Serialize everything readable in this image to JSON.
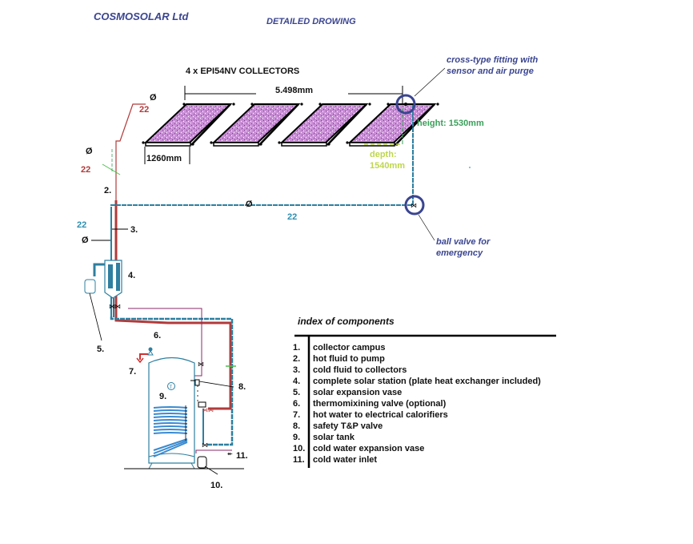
{
  "header": {
    "company": "COSMOSOLAR Ltd",
    "drawing_title": "DETAILED DROWING"
  },
  "collectors": {
    "title": "4 x EPI54NV  COLLECTORS",
    "count": 4,
    "total_width": "5.498mm",
    "panel_width": "1260mm",
    "height": "height: 1530mm",
    "depth_label": "depth:",
    "depth_value": "1540mm"
  },
  "pipes": {
    "hot_diameter_symbol": "Ø",
    "hot_diameter": "22",
    "hot_riser_diameter_symbol": "Ø",
    "hot_riser_diameter": "22",
    "cold_diameter_symbol": "Ø",
    "cold_diameter": "22",
    "cold_vertical_diameter": "22",
    "cold_vertical_symbol": "Ø"
  },
  "callouts": {
    "cross_fitting": [
      "cross-type fitting with",
      "sensor and air purge"
    ],
    "ball_valve": [
      "ball valve for",
      "emergency"
    ]
  },
  "labels": {
    "n2": "2.",
    "n3": "3.",
    "n4": "4.",
    "n5": "5.",
    "n6": "6.",
    "n7": "7.",
    "n8": "8.",
    "n9": "9.",
    "n10": "10.",
    "n11": "11."
  },
  "index": {
    "title": "index of components",
    "items": [
      {
        "n": "1.",
        "text": "collector campus"
      },
      {
        "n": "2.",
        "text": "hot fluid to pump"
      },
      {
        "n": "3.",
        "text": "cold fluid to collectors"
      },
      {
        "n": "4.",
        "text": "complete solar station (plate heat exchanger included)"
      },
      {
        "n": "5.",
        "text": "solar expansion vase"
      },
      {
        "n": "6.",
        "text": "thermomixining valve (optional)"
      },
      {
        "n": "7.",
        "text": "hot water to electrical calorifiers"
      },
      {
        "n": "8.",
        "text": "safety T&P valve"
      },
      {
        "n": "9.",
        "text": "solar tank"
      },
      {
        "n": "10.",
        "text": "cold water expansion vase"
      },
      {
        "n": "11.",
        "text": "cold water inlet"
      }
    ]
  },
  "colors": {
    "hot_pipe": "#b33a3a",
    "cold_pipe": "#2e7fa0",
    "callout_ring": "#3a4590",
    "panel_fill": "#c98fd6",
    "mixing_pipe": "#8a2a6a"
  }
}
